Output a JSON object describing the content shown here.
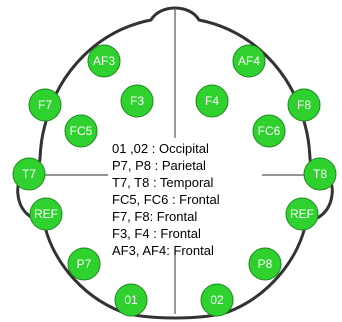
{
  "colors": {
    "electrode_fill": "#2fd12f",
    "outline": "#333333",
    "text_on_electrode": "#ffffff"
  },
  "electrodes": [
    {
      "id": "af3",
      "label": "AF3"
    },
    {
      "id": "af4",
      "label": "AF4"
    },
    {
      "id": "f7",
      "label": "F7"
    },
    {
      "id": "f3",
      "label": "F3"
    },
    {
      "id": "f4",
      "label": "F4"
    },
    {
      "id": "f8",
      "label": "F8"
    },
    {
      "id": "fc5",
      "label": "FC5"
    },
    {
      "id": "fc6",
      "label": "FC6"
    },
    {
      "id": "t7",
      "label": "T7"
    },
    {
      "id": "t8",
      "label": "T8"
    },
    {
      "id": "ref-left",
      "label": "REF"
    },
    {
      "id": "ref-right",
      "label": "REF"
    },
    {
      "id": "p7",
      "label": "P7"
    },
    {
      "id": "p8",
      "label": "P8"
    },
    {
      "id": "o1",
      "label": "01"
    },
    {
      "id": "o2",
      "label": "02"
    }
  ],
  "legend": [
    "01 ,02 : Occipital",
    "P7, P8 : Parietal",
    "T7, T8 : Temporal",
    "FC5, FC6 : Frontal",
    "F7, F8: Frontal",
    "F3, F4 : Frontal",
    "AF3, AF4:  Frontal"
  ]
}
